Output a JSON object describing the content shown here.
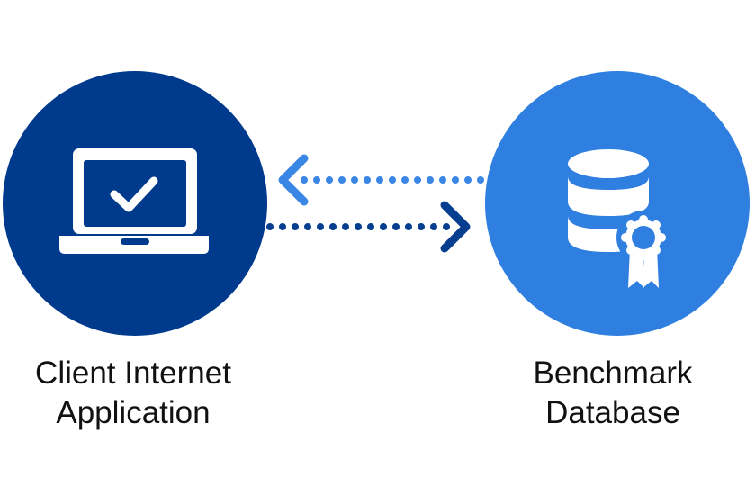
{
  "nodes": {
    "client": {
      "label_line1": "Client Internet",
      "label_line2": "Application",
      "icon": "laptop-check-icon"
    },
    "database": {
      "label_line1": "Benchmark",
      "label_line2": "Database",
      "icon": "database-certified-icon"
    }
  },
  "connections": [
    {
      "from": "database",
      "to": "client",
      "style": "dotted-arrow"
    },
    {
      "from": "client",
      "to": "database",
      "style": "dotted-arrow"
    }
  ],
  "colors": {
    "client_circle": "#003A8C",
    "database_circle": "#2F7FE0",
    "arrow_to_client": "#3A86E4",
    "arrow_to_database": "#063E8F",
    "icon_fill": "#FFFFFF",
    "label_text": "#111111"
  }
}
